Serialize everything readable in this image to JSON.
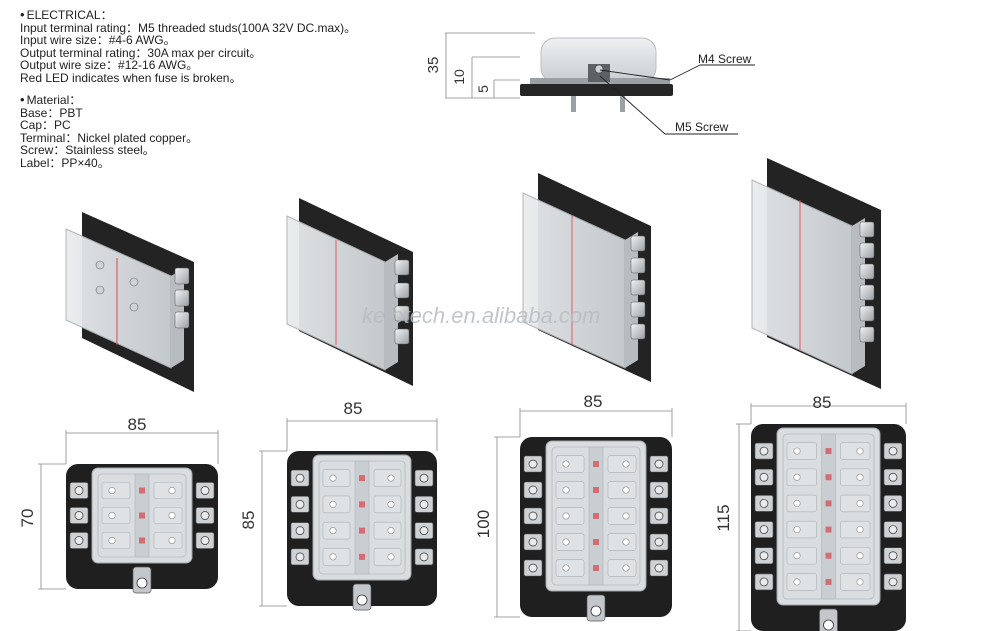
{
  "electrical": {
    "heading": "ELECTRICAL：",
    "lines": [
      "Input terminal rating：M5 threaded studs(100A 32V DC.max)。",
      "Input wire size：#4-6 AWG。",
      "Output terminal rating：30A max per circuit。",
      "Output wire size：#12-16 AWG。",
      "Red LED indicates when fuse is broken。"
    ]
  },
  "material": {
    "heading": "Material：",
    "lines": [
      "Base：PBT",
      "Cap：PC",
      "Terminal：Nickel plated copper。",
      "Screw：Stainless steel。",
      "Label：PP×40。"
    ]
  },
  "side_view": {
    "dims": [
      "35",
      "10",
      "5"
    ],
    "callouts": {
      "top": "M4 Screw",
      "bottom": "M5 Screw"
    }
  },
  "watermark": "ketotech.en.alibaba.com",
  "models": [
    {
      "width": "85",
      "height": "70",
      "rows": 3
    },
    {
      "width": "85",
      "height": "85",
      "rows": 4
    },
    {
      "width": "85",
      "height": "100",
      "rows": 5
    },
    {
      "width": "85",
      "height": "115",
      "rows": 6
    }
  ],
  "colors": {
    "base": "#1f1f1f",
    "cap": "#d9dde0",
    "terminal": "#cfd2d5",
    "led": "#d8393e"
  }
}
